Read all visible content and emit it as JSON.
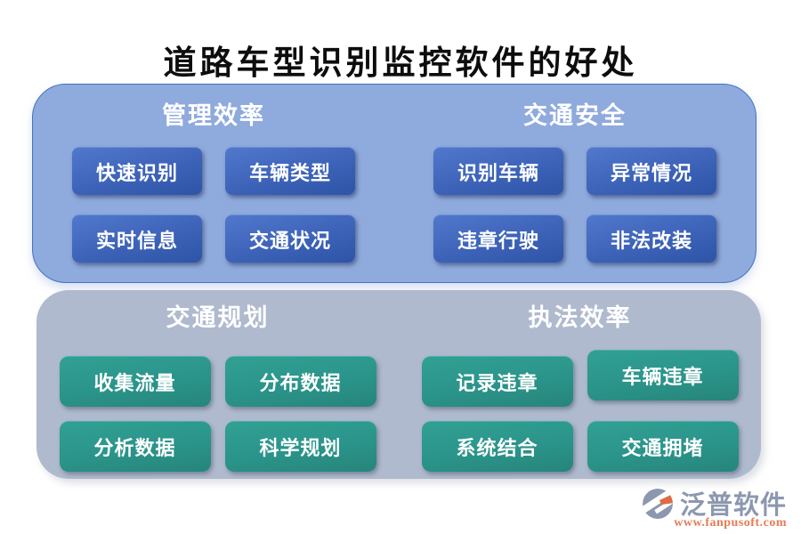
{
  "title": "道路车型识别监控软件的好处",
  "panels": [
    {
      "name": "top-blue-panel",
      "groups": [
        {
          "header": "管理效率",
          "buttons": [
            "快速识别",
            "车辆类型",
            "实时信息",
            "交通状况"
          ]
        },
        {
          "header": "交通安全",
          "buttons": [
            "识别车辆",
            "异常情况",
            "违章行驶",
            "非法改装"
          ]
        }
      ]
    },
    {
      "name": "bottom-teal-panel",
      "groups": [
        {
          "header": "交通规划",
          "buttons": [
            "收集流量",
            "分布数据",
            "分析数据",
            "科学规划"
          ]
        },
        {
          "header": "执法效率",
          "buttons": [
            "记录违章",
            "车辆违章",
            "系统结合",
            "交通拥堵"
          ]
        }
      ]
    }
  ],
  "footer": {
    "brand": "泛普软件",
    "url": "www.fanpusoft.com"
  },
  "colors": {
    "top_panel_bg": "#8FAADC",
    "top_panel_border": "#4472C4",
    "bottom_panel_bg": "#AFBACE",
    "blue_button_top": "#5078CC",
    "blue_button_bottom": "#2E54A8",
    "teal_button_top": "#31A094",
    "teal_button_bottom": "#26857A",
    "title_text": "#0D0D0D",
    "tile_text": "#FFFFFF",
    "brand_gray": "#8C98AF",
    "brand_orange": "#E77C55"
  }
}
